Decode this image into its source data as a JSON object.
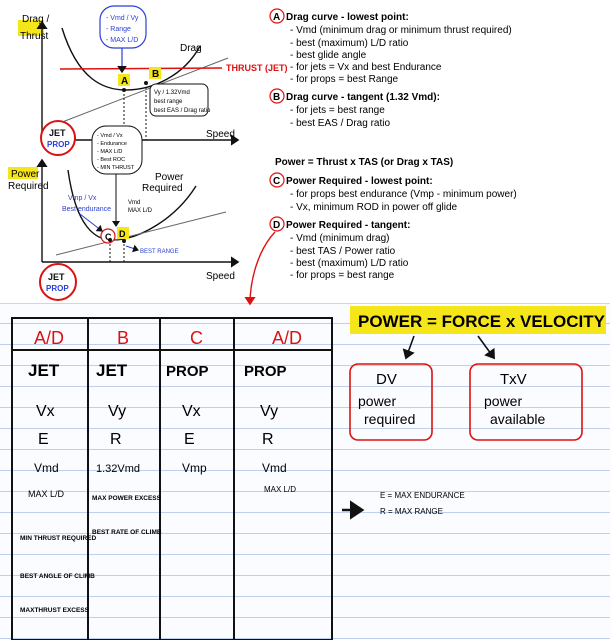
{
  "graph_top": {
    "y_axis_label_1": "Drag /",
    "y_axis_label_2": "Thrust",
    "x_axis_label": "Speed",
    "drag_label": "Drag",
    "thrust_label": "THRUST (JET)",
    "point_a": "A",
    "point_b": "B",
    "bubble_lines": [
      "- Vmd / Vy",
      "- Range",
      "- MAX L/D"
    ],
    "box_lines": [
      "Vy / 1.32Vmd",
      "best range",
      "best EAS / Drag ratio"
    ],
    "jet_circle_1": "JET",
    "jet_circle_2": "PROP"
  },
  "graph_bottom": {
    "y_axis_label_1": "Power",
    "y_axis_label_2": "Required",
    "x_axis_label": "Speed",
    "curve_label_1": "Power",
    "curve_label_2": "Required",
    "point_c": "C",
    "point_d": "D",
    "bubble_lines": [
      "- Vmd / Vx",
      "- Endurance",
      "- MAX L/D",
      "- Best ROC",
      "- MIN THRUST"
    ],
    "blue_note_1": "Vmp / Vx",
    "blue_note_2": "Best endurance",
    "vmd_note_1": "Vmd",
    "vmd_note_2": "MAX L/D",
    "best_range": "BEST RANGE",
    "circle_1": "JET",
    "circle_2": "PROP"
  },
  "right_notes": {
    "a_tag": "A",
    "a_title": "Drag curve - lowest point:",
    "a_items": [
      "- Vmd (minimum drag or minimum thrust required)",
      "- best (maximum) L/D ratio",
      "- best glide angle",
      "- for jets = Vx and best Endurance",
      "- for props = best Range"
    ],
    "b_tag": "B",
    "b_title": "Drag curve - tangent (1.32 Vmd):",
    "b_items": [
      "- for jets = best range",
      "- best EAS / Drag ratio"
    ],
    "power_eq": "Power = Thrust x TAS      (or Drag x TAS)",
    "c_tag": "C",
    "c_title": "Power Required - lowest point:",
    "c_items": [
      "- for props best endurance (Vmp - minimum power)",
      "- Vx, minimum ROD in power off glide"
    ],
    "d_tag": "D",
    "d_title": "Power Required - tangent:",
    "d_items": [
      "- Vmd (minimum drag)",
      "- best TAS / Power ratio",
      "- best (maximum) L/D ratio",
      "- for props = best range"
    ]
  },
  "table": {
    "headers": [
      "A/D",
      "B",
      "C",
      "A/D"
    ],
    "types": [
      "JET",
      "JET",
      "PROP",
      "PROP"
    ],
    "columns": [
      [
        "Vx",
        "E",
        "Vmd",
        "MAX L/D",
        "MIN THRUST REQUIRED",
        "BEST ANGLE OF CLIMB",
        "MAXTHRUST EXCESS"
      ],
      [
        "Vy",
        "R",
        "1.32Vmd",
        "MAX POWER EXCESS",
        "BEST RATE OF CLIMB"
      ],
      [
        "Vx",
        "E",
        "Vmp"
      ],
      [
        "Vy",
        "R",
        "Vmd",
        "MAX L/D"
      ]
    ]
  },
  "formula": {
    "title": "POWER = FORCE x VELOCITY",
    "left_top": "DV",
    "left_bottom_1": "power",
    "left_bottom_2": "required",
    "right_top": "TxV",
    "right_bottom_1": "power",
    "right_bottom_2": "available"
  },
  "legend": {
    "line1": "E = MAX ENDURANCE",
    "line2": "R = MAX RANGE"
  }
}
